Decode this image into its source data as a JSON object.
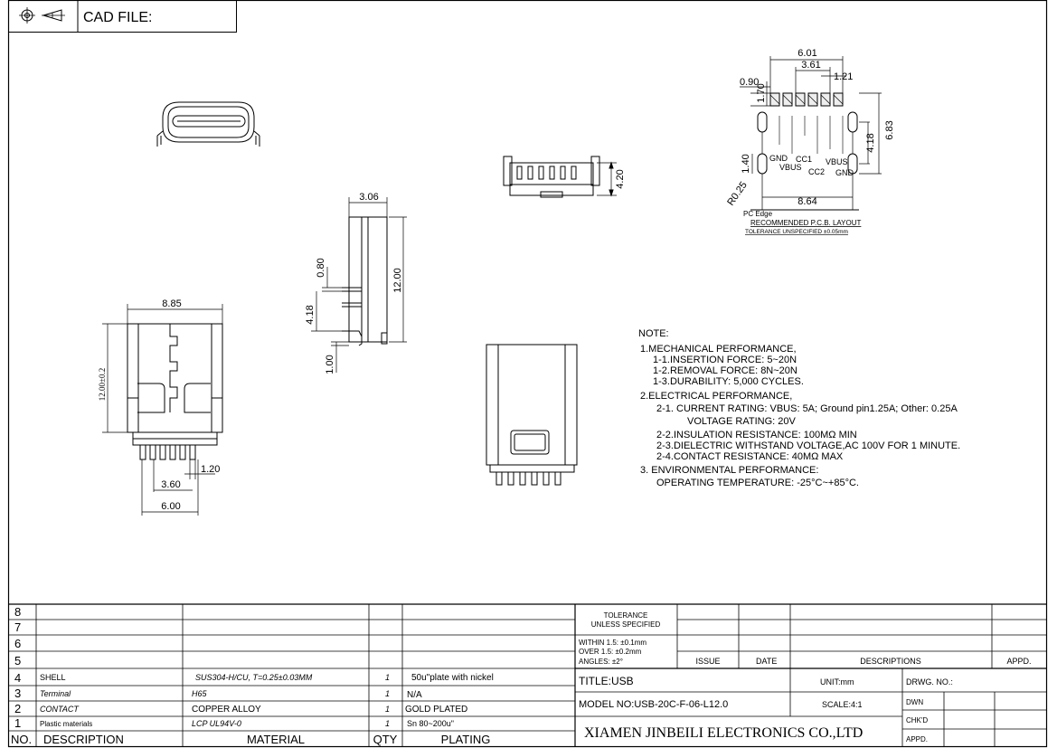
{
  "header": {
    "cad_file_label": "CAD FILE:",
    "projection_icon": "first-angle-projection-icon"
  },
  "dimensions": {
    "pcb_6_01": "6.01",
    "pcb_3_61": "3.61",
    "pcb_1_21": "1.21",
    "pcb_0_90": "0.90",
    "pcb_1_70": "1.70",
    "pcb_6_83": "6.83",
    "pcb_4_18": "4.18",
    "pcb_1_40": "1.40",
    "pcb_r0_25": "R0.25",
    "pcb_8_64": "8.64",
    "side_3_06": "3.06",
    "side_12_00": "12.00",
    "side_0_80": "0.80",
    "side_4_18": "4.18",
    "side_1_00": "1.00",
    "rear_4_20": "4.20",
    "top_8_85": "8.85",
    "top_12_00_tol": "12.00±0.2",
    "top_1_20": "1.20",
    "top_3_60": "3.60",
    "top_6_00": "6.00"
  },
  "pcb_labels": {
    "gnd_left": "GND",
    "vbus_left": "VBUS",
    "cc1": "CC1",
    "cc2": "CC2",
    "vbus_right": "VBUS",
    "gnd_right": "GND",
    "pc_edge": "PC Edge",
    "recommended": "RECOMMENDED  P.C.B. LAYOUT",
    "tolerance": "TOLERANCE  UNSPECIFIED  ±0.05mm"
  },
  "notes": {
    "title": "NOTE:",
    "lines": [
      "1.MECHANICAL PERFORMANCE,",
      "1-1.INSERTION  FORCE:  5~20N",
      "1-2.REMOVAL  FORCE:  8N~20N",
      "1-3.DURABILITY:  5,000  CYCLES.",
      "2.ELECTRICAL  PERFORMANCE,",
      "2-1.  CURRENT  RATING: VBUS: 5A; Ground  pin1.25A; Other: 0.25A",
      "VOLTAGE  RATING: 20V",
      "2-2.INSULATION  RESISTANCE:  100MΩ   MIN",
      "2-3.DIELECTRIC  WITHSTAND  VOLTAGE,AC  100V  FOR  1  MINUTE.",
      "2-4.CONTACT  RESISTANCE:  40MΩ  MAX",
      "3.  ENVIRONMENTAL  PERFORMANCE:",
      "OPERATING  TEMPERATURE:  -25°C~+85°C."
    ]
  },
  "bom": {
    "headers": {
      "no": "NO.",
      "description": "DESCRIPTION",
      "material": "MATERIAL",
      "qty": "QTY",
      "plating": "PLATING"
    },
    "row_numbers": [
      "8",
      "7",
      "6",
      "5",
      "4",
      "3",
      "2",
      "1"
    ],
    "rows": [
      {
        "no": "4",
        "description": "SHELL",
        "material": "SUS304-H/CU, T=0.25±0.03MM",
        "qty": "1",
        "plating": "50u\"plate with nickel"
      },
      {
        "no": "3",
        "description": "Terminal",
        "material": "H65",
        "qty": "1",
        "plating": "N/A"
      },
      {
        "no": "2",
        "description": "CONTACT",
        "material": "COPPER ALLOY",
        "qty": "1",
        "plating": "GOLD PLATED"
      },
      {
        "no": "1",
        "description": "Plastic materials",
        "material": "LCP UL94V-0",
        "qty": "1",
        "plating": "Sn 80~200u\""
      }
    ]
  },
  "title_block": {
    "tolerance_line1": "TOLERANCE",
    "tolerance_line2": "UNLESS SPECIFIED",
    "within": "WITHIN 1.5: ±0.1mm",
    "over": "OVER 1.5:  ±0.2mm",
    "angles": "ANGLES: ±2°",
    "issue": "ISSUE",
    "date": "DATE",
    "descriptions": "DESCRIPTIONS",
    "appd_header": "APPD.",
    "title": "TITLE:USB",
    "unit": "UNIT:mm",
    "drwg_no": "DRWG. NO.:",
    "model": "MODEL  NO:USB-20C-F-06-L12.0",
    "scale": "SCALE:4:1",
    "dwn": "DWN",
    "chkd": "CHK'D",
    "appd": "APPD.",
    "company": "XIAMEN JINBEILI ELECTRONICS CO.,LTD"
  }
}
